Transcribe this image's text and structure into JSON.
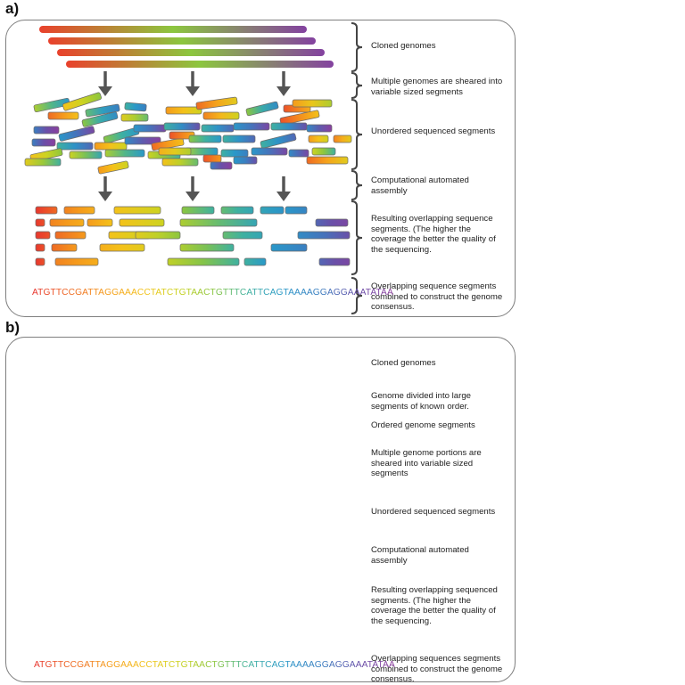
{
  "colors": {
    "spectrum": [
      "#e8372e",
      "#ef6a23",
      "#f59a1c",
      "#f4c21a",
      "#cdd321",
      "#8cc63f",
      "#3fb1a0",
      "#2a98c9",
      "#3a7fc1",
      "#6a4fa8",
      "#8a3f9e"
    ],
    "arrow": "#555555",
    "bracket": "#444444",
    "panel_border": "#7f7f7f"
  },
  "panel_a": {
    "letter": "a)",
    "steps": [
      {
        "label": "Cloned genomes"
      },
      {
        "label": "Multiple genomes are sheared into variable sized segments"
      },
      {
        "label": "Unordered sequenced segments"
      },
      {
        "label": "Computational automated assembly"
      },
      {
        "label": "Resulting overlapping sequence segments. (The higher the coverage the better the quality of the sequencing."
      },
      {
        "label": "Overlapping sequence segments combined to construct the genome consensus."
      }
    ],
    "sequence": "ATGTTCCGATTAGGAAACCTATCTGTAACTGTTTCATTCAGTAAAAGGAGGAAATATAA"
  },
  "panel_b": {
    "letter": "b)",
    "steps": [
      {
        "label": "Cloned genomes"
      },
      {
        "label": "Genome divided into large segments of known order."
      },
      {
        "label": "Ordered genome segments"
      },
      {
        "label": "Multiple genome portions are sheared into variable sized segments"
      },
      {
        "label": "Unordered sequenced segments"
      },
      {
        "label": "Computational automated assembly"
      },
      {
        "label": "Resulting overlapping sequenced segments. (The higher the coverage the better the quality of the sequencing."
      },
      {
        "label": "Overlapping sequences segments combined to construct the genome consensus."
      }
    ],
    "sequence": "ATGTTCCGATTAGGAAACCTATCTGTAACTGTTTCATTCAGTAAAAGGAGGAAATATAA"
  }
}
